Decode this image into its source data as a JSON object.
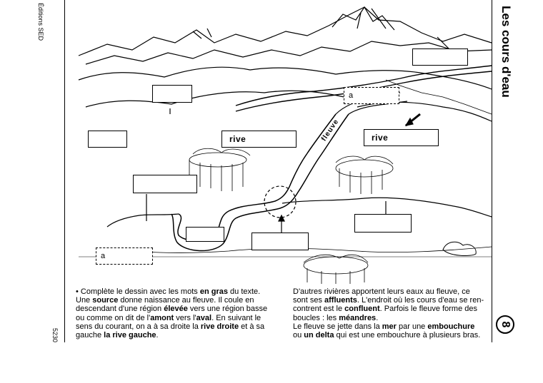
{
  "page": {
    "title": "Les cours d'eau",
    "number": "8",
    "publisher": "Éditions SED",
    "code": "5230"
  },
  "map": {
    "rive_left": "rive",
    "rive_right": "rive",
    "fleuve": "fleuve",
    "affluent_hint": "a",
    "aval_hint": "a"
  },
  "text": {
    "bullet": "•",
    "l1a": "Complète le dessin avec les mots ",
    "l1b": "en gras",
    "l1c": " du texte.",
    "l2a": "Une ",
    "l2b": "source",
    "l2c": " donne naissance au fleuve. Il coule en",
    "l3a": "descendant d'une région ",
    "l3b": "élevée",
    "l3c": " vers une région basse",
    "l4a": "ou comme on dit de l'",
    "l4b": "amont",
    "l4c": " vers l'",
    "l4d": "aval",
    "l4e": ". En suivant le",
    "l5a": "sens du courant, on a à sa droite la ",
    "l5b": "rive droite",
    "l5c": " et à sa",
    "l6a": "gauche ",
    "l6b": "la rive gauche",
    "l6c": ".",
    "r1": "D'autres rivières apportent leurs eaux au fleuve, ce",
    "r2a": "sont ses ",
    "r2b": "affluents",
    "r2c": ". L'endroit où les cours d'eau se ren-",
    "r3a": "contrent est le ",
    "r3b": "confluent",
    "r3c": ". Parfois le fleuve forme des",
    "r4a": "boucles : les ",
    "r4b": "méandres",
    "r4c": ".",
    "r5a": "Le fleuve se jette dans la ",
    "r5b": "mer",
    "r5c": " par une ",
    "r5d": "embouchure",
    "r6a": "ou ",
    "r6b": "un delta",
    "r6c": " qui est une embouchure à plusieurs bras."
  }
}
